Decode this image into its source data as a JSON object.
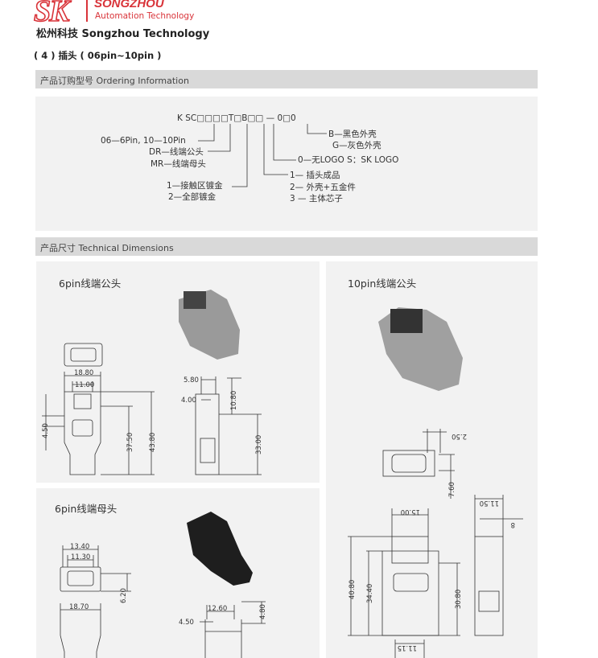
{
  "header": {
    "logo_letters": "SK",
    "brand": "SONGZHOU",
    "brand_sub": "Automation Technology",
    "company": "松州科技  Songzhou Technology"
  },
  "subtitle": "( 4 ) 插头 ( 06pin~10pin )",
  "ordering": {
    "section_title": "产品订购型号 Ordering Information",
    "code": "K SC□□□□T□B□□ — 0□0",
    "notes": {
      "pins": "06—6Pin, 10—10Pin",
      "dr": "DR—线端公头",
      "mr": "MR—线端母头",
      "plate1": "1—接触区镀金",
      "plate2": "2—全部镀金",
      "prod1": "1— 插头成品",
      "prod2": "2— 外壳+五金件",
      "prod3": "3 — 主体芯子",
      "logo": "0—无LOGO   S：SK  LOGO",
      "black": "B—黑色外壳",
      "gray": "G—灰色外壳"
    }
  },
  "dimensions": {
    "section_title": "产品尺寸 Technical Dimensions",
    "male6": {
      "title": "6pin线端公头",
      "d": [
        "18.80",
        "11.00",
        "4.50",
        "37.50",
        "43.80",
        "5.80",
        "4.00",
        "10.80",
        "33.00"
      ]
    },
    "male10": {
      "title": "10pin线端公头",
      "d": [
        "2.50",
        "7.60",
        "15.00",
        "40.80",
        "34.40",
        "30.80",
        "11.15",
        "11.50",
        "8"
      ]
    },
    "female6": {
      "title": "6pin线端母头",
      "d": [
        "13.40",
        "11.30",
        "6.20",
        "18.70",
        "12.60",
        "4.50",
        "4.80"
      ]
    }
  }
}
